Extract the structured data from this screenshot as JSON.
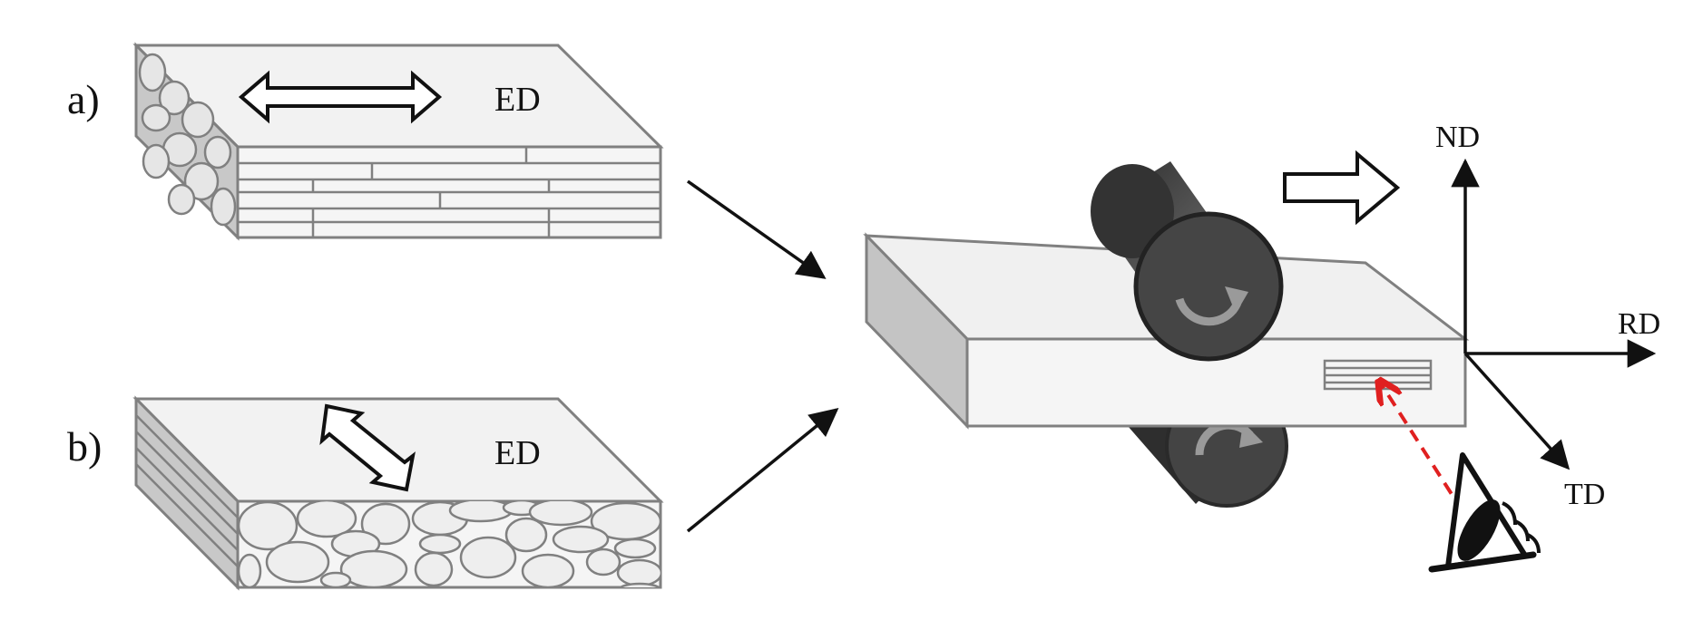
{
  "panels": {
    "a": {
      "label": "a)",
      "direction_label": "ED"
    },
    "b": {
      "label": "b)",
      "direction_label": "ED"
    }
  },
  "axes": {
    "nd": "ND",
    "rd": "RD",
    "td": "TD"
  },
  "colors": {
    "outline": "#808080",
    "top_face": "#f2f2f2",
    "front_face": "#f5f5f5",
    "side_face": "#bdbdbd",
    "roll": "#3a3a3a",
    "roll_face": "#4a4a4a",
    "ink": "#111111",
    "sight_line": "#e02020"
  },
  "icons": [
    "double-arrow-icon",
    "hollow-arrow-icon",
    "rotation-arrow-icon",
    "eye-icon"
  ]
}
